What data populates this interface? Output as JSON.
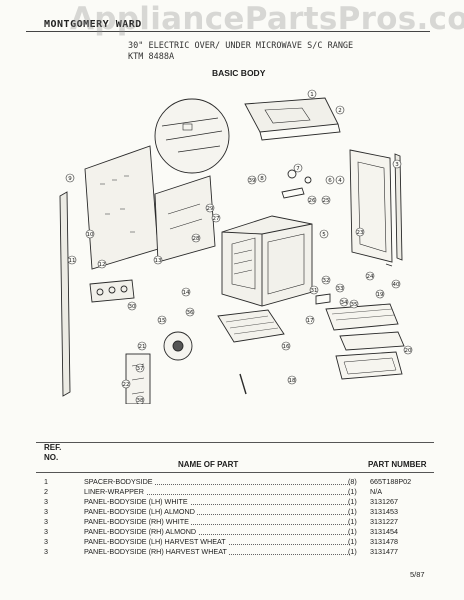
{
  "header": {
    "brand": "MONTGOMERY WARD",
    "watermark": "AppliancePartsPros.com",
    "model_description": "30\" ELECTRIC OVER/ UNDER MICROWAVE S/C RANGE",
    "model_number": "KTM 8488A",
    "section_title": "BASIC BODY"
  },
  "diagram": {
    "callouts": [
      "1",
      "2",
      "3",
      "4",
      "5",
      "6",
      "7",
      "8",
      "9",
      "10",
      "11",
      "12",
      "13",
      "14",
      "15",
      "16",
      "17",
      "18",
      "19",
      "20",
      "21",
      "22",
      "23",
      "24",
      "25",
      "26",
      "27",
      "28",
      "29",
      "30",
      "31",
      "32",
      "33",
      "34",
      "35",
      "36",
      "37",
      "38",
      "39",
      "40"
    ]
  },
  "table": {
    "ref_label_1": "REF.",
    "ref_label_2": "NO.",
    "name_header": "NAME OF PART",
    "part_header": "PART NUMBER",
    "rows": [
      {
        "ref": "1",
        "name": "SPACER-BODYSIDE",
        "qty": "(8)",
        "part": "665T188P02"
      },
      {
        "ref": "2",
        "name": "LINER-WRAPPER",
        "qty": "(1)",
        "part": "N/A"
      },
      {
        "ref": "3",
        "name": "PANEL-BODYSIDE (LH) WHITE",
        "qty": "(1)",
        "part": "3131267"
      },
      {
        "ref": "3",
        "name": "PANEL-BODYSIDE (LH) ALMOND",
        "qty": "(1)",
        "part": "3131453"
      },
      {
        "ref": "3",
        "name": "PANEL-BODYSIDE (RH) WHITE",
        "qty": "(1)",
        "part": "3131227"
      },
      {
        "ref": "3",
        "name": "PANEL-BODYSIDE (RH) ALMOND",
        "qty": "(1)",
        "part": "3131454"
      },
      {
        "ref": "3",
        "name": "PANEL-BODYSIDE (LH) HARVEST WHEAT",
        "qty": "(1)",
        "part": "3131478"
      },
      {
        "ref": "3",
        "name": "PANEL-BODYSIDE (RH) HARVEST WHEAT",
        "qty": "(1)",
        "part": "3131477"
      }
    ]
  },
  "footer": {
    "date": "5/87"
  }
}
